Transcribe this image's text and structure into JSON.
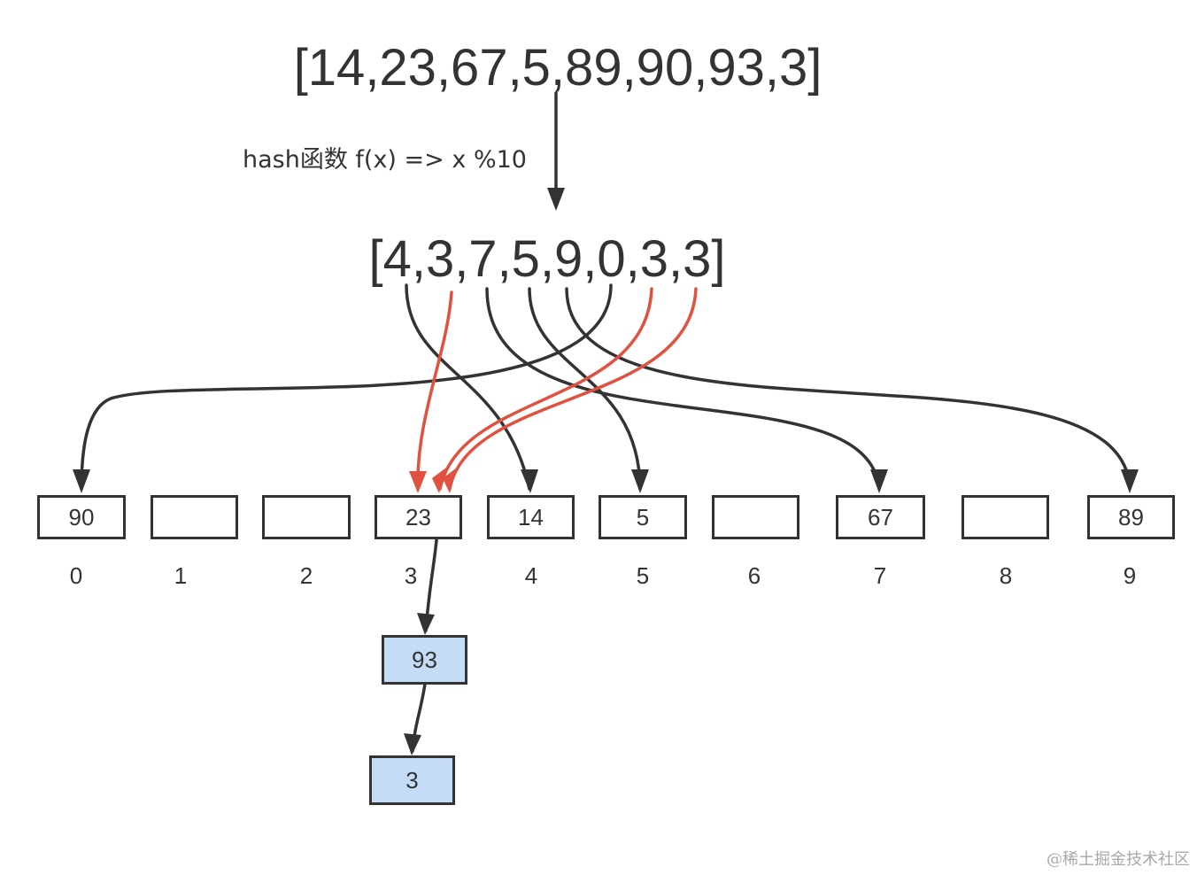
{
  "input_array_text": "[14,23,67,5,89,90,93,3]",
  "hash_label": "hash函数 f(x) => x %10",
  "hash_array_text": "[4,3,7,5,9,0,3,3]",
  "buckets": [
    {
      "index": "0",
      "value": "90"
    },
    {
      "index": "1",
      "value": ""
    },
    {
      "index": "2",
      "value": ""
    },
    {
      "index": "3",
      "value": "23"
    },
    {
      "index": "4",
      "value": "14"
    },
    {
      "index": "5",
      "value": "5"
    },
    {
      "index": "6",
      "value": ""
    },
    {
      "index": "7",
      "value": "67"
    },
    {
      "index": "8",
      "value": ""
    },
    {
      "index": "9",
      "value": "89"
    }
  ],
  "chain": [
    "93",
    "3"
  ],
  "watermark": "@稀土掘金技术社区",
  "colors": {
    "stroke": "#333333",
    "collision_arrow": "#e0513f",
    "chain_fill": "#c4dcf6"
  }
}
